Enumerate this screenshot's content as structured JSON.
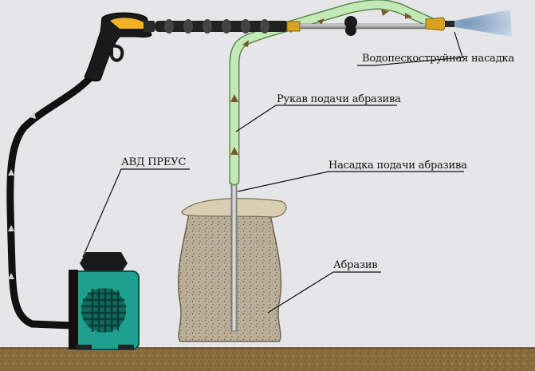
{
  "labels": {
    "nozzle": "Водопескоструйная насадка",
    "hose": "Рукав подачи абразива",
    "feed_nozzle": "Насадка подачи абразива",
    "machine": "АВД ПРЕУС",
    "abrasive": "Абразив"
  },
  "colors": {
    "background": "#e6e6e8",
    "ground": "#8a6d3d",
    "machine_body": "#1fa08e",
    "hose_green": "#bde6b0",
    "arrow": "#7a5a2b",
    "brass": "#d7a21e",
    "sand": "#b8ac94"
  },
  "icons": [
    "spray-gun-icon",
    "abrasive-bag-icon",
    "pressure-washer-icon",
    "flow-arrow-icon",
    "water-spray-icon"
  ]
}
